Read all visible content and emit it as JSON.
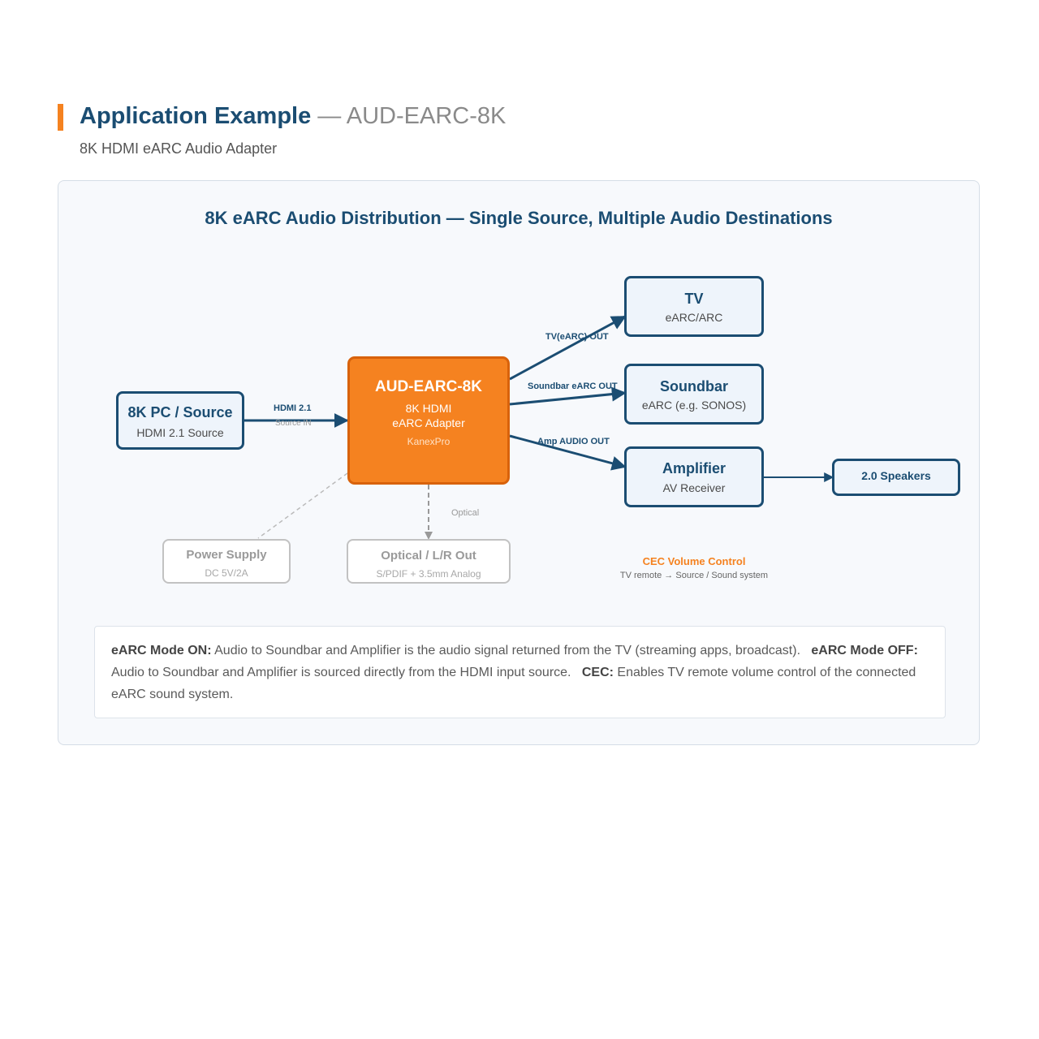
{
  "header": {
    "title": "Application Example",
    "title_dash": "—",
    "model": "AUD-EARC-8K",
    "subtitle": "8K HDMI eARC Audio Adapter"
  },
  "diagram": {
    "title": "8K eARC Audio Distribution — Single Source, Multiple Audio Destinations",
    "source": {
      "title": "8K PC / Source",
      "sub": "HDMI 2.1 Source"
    },
    "adapter": {
      "title": "AUD-EARC-8K",
      "line1": "8K HDMI",
      "line2": "eARC Adapter",
      "brand": "KanexPro"
    },
    "tv": {
      "title": "TV",
      "sub": "eARC/ARC"
    },
    "soundbar": {
      "title": "Soundbar",
      "sub": "eARC (e.g. SONOS)"
    },
    "amplifier": {
      "title": "Amplifier",
      "sub": "AV Receiver"
    },
    "speakers": {
      "title": "2.0 Speakers"
    },
    "power": {
      "title": "Power Supply",
      "sub": "DC 5V/2A"
    },
    "optical_out": {
      "title": "Optical / L/R Out",
      "sub": "S/PDIF + 3.5mm Analog"
    },
    "labels": {
      "hdmi": "HDMI 2.1",
      "source_in": "Source IN",
      "tv_out": "TV(eARC) OUT",
      "soundbar_out": "Soundbar eARC OUT",
      "amp_out": "Amp AUDIO OUT",
      "optical": "Optical"
    },
    "cec": {
      "title": "CEC Volume Control",
      "sub": "TV remote → Source / Sound system"
    }
  },
  "notes": {
    "earc_on_label": "eARC Mode ON:",
    "earc_on_text": "Audio to Soundbar and Amplifier is the audio signal returned from the TV (streaming apps, broadcast).",
    "earc_off_label": "eARC Mode OFF:",
    "earc_off_text": "Audio to Soundbar and Amplifier is sourced directly from the HDMI input source.",
    "cec_label": "CEC:",
    "cec_text": "Enables TV remote volume control of the connected eARC sound system."
  },
  "colors": {
    "primary": "#1b4d72",
    "accent": "#f58220",
    "muted": "#9a9a9a"
  }
}
